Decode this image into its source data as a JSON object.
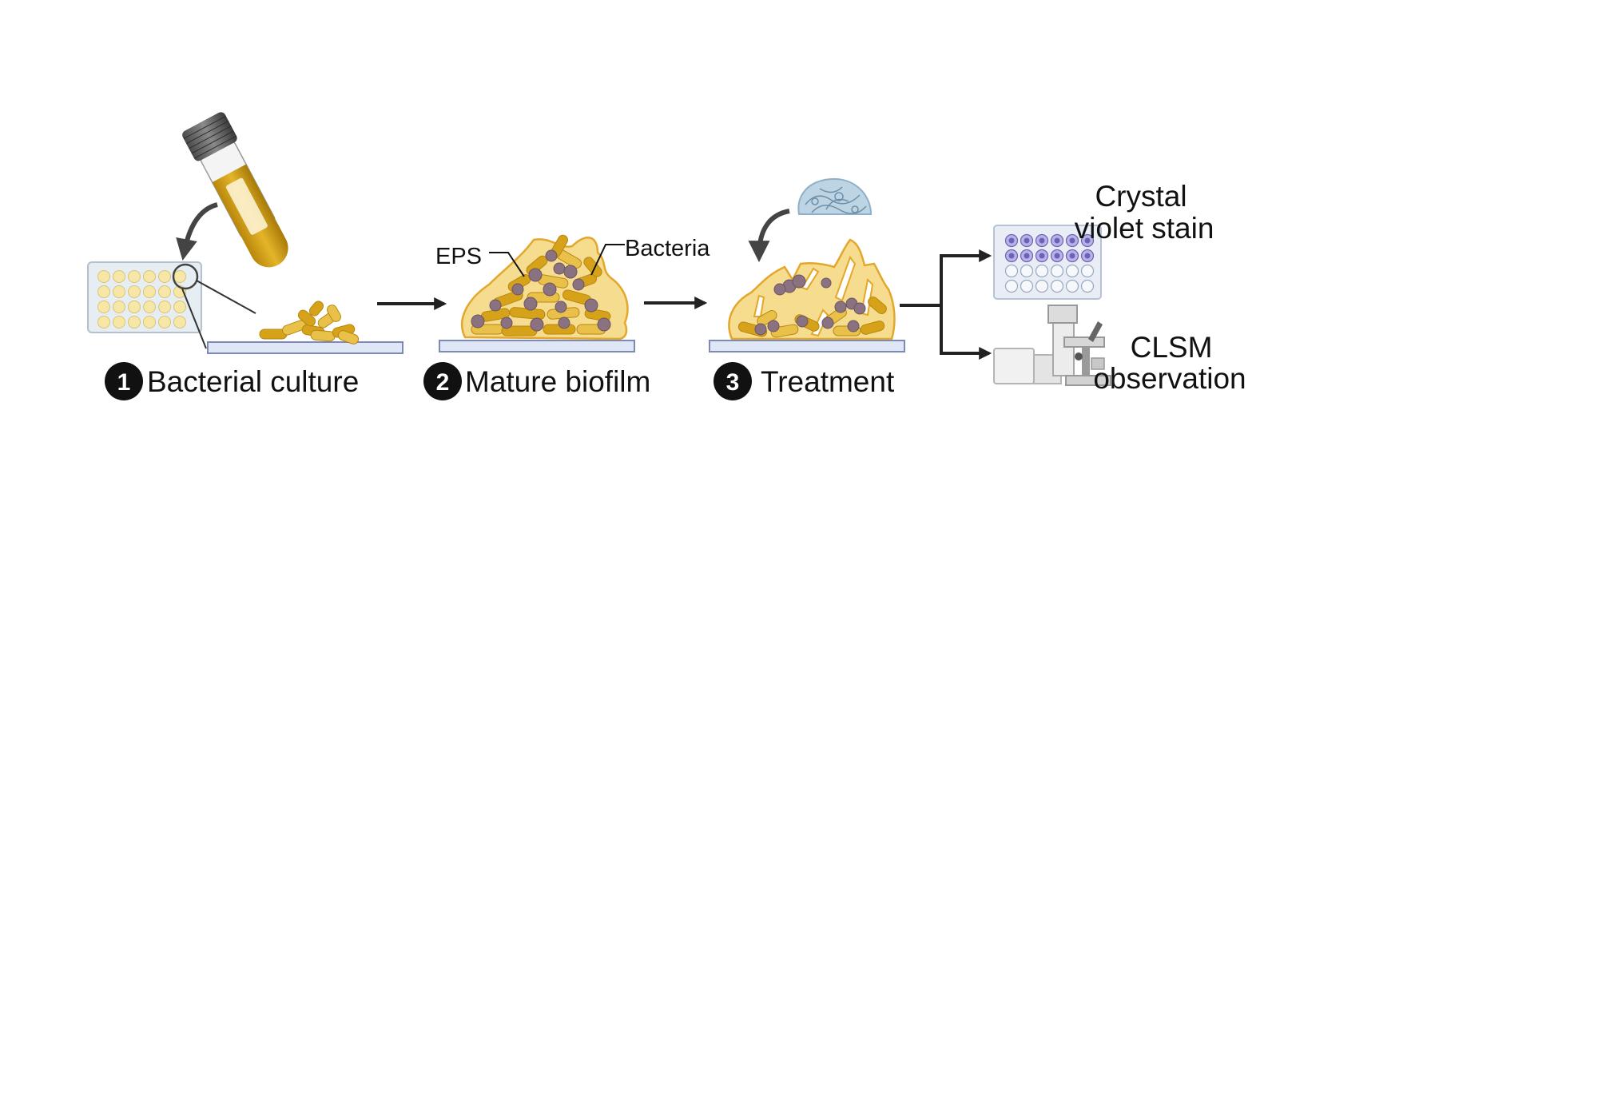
{
  "steps": [
    {
      "number": "1",
      "label": "Bacterial culture"
    },
    {
      "number": "2",
      "label": "Mature biofilm"
    },
    {
      "number": "3",
      "label": "Treatment"
    }
  ],
  "annotations": {
    "eps": "EPS",
    "bacteria": "Bacteria"
  },
  "outputs": {
    "crystal_violet": {
      "line1": "Crystal",
      "line2": "violet stain"
    },
    "clsm": {
      "line1": "CLSM",
      "line2": "observation"
    }
  },
  "colors": {
    "biofilm_fill": "#f5dc8f",
    "biofilm_edge": "#e3a72a",
    "rod_dark": "#d6a21a",
    "rod_light": "#e9c14a",
    "eps_blob": "#8a7280",
    "arrow": "#222222",
    "badge": "#111111",
    "surface_fill": "#dfe6f6",
    "surface_edge": "#7d8ab8",
    "violet_stain": "#6c62b8"
  }
}
